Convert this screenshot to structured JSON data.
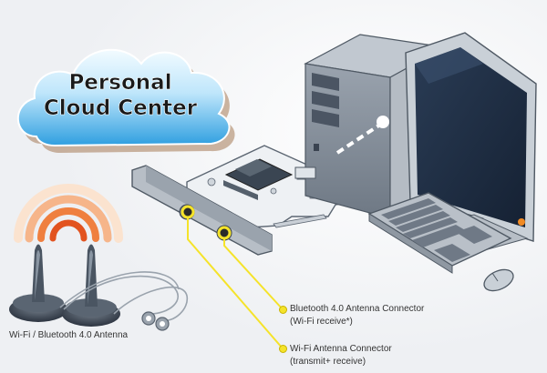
{
  "cloud": {
    "line1": "Personal",
    "line2": "Cloud Center"
  },
  "labels": {
    "antenna": "Wi-Fi / Bluetooth 4.0 Antenna",
    "bt_title": "Bluetooth 4.0 Antenna Connector",
    "bt_sub": "(Wi-Fi receive*)",
    "wifi_title": "Wi-Fi Antenna Connector",
    "wifi_sub": "(transmit+ receive)"
  },
  "colors": {
    "callout": "#f5e32a",
    "cloud_top": "#e8f7ff",
    "cloud_bottom": "#39a9e6",
    "tower": "#7d8794",
    "screen": "#1f2c3e",
    "power_led": "#f08a24"
  },
  "icons": [
    "cloud-icon",
    "antenna-icon",
    "wireless-signal-icon",
    "pcie-card-icon",
    "computer-tower-icon",
    "monitor-icon",
    "keyboard-icon",
    "mouse-icon"
  ]
}
